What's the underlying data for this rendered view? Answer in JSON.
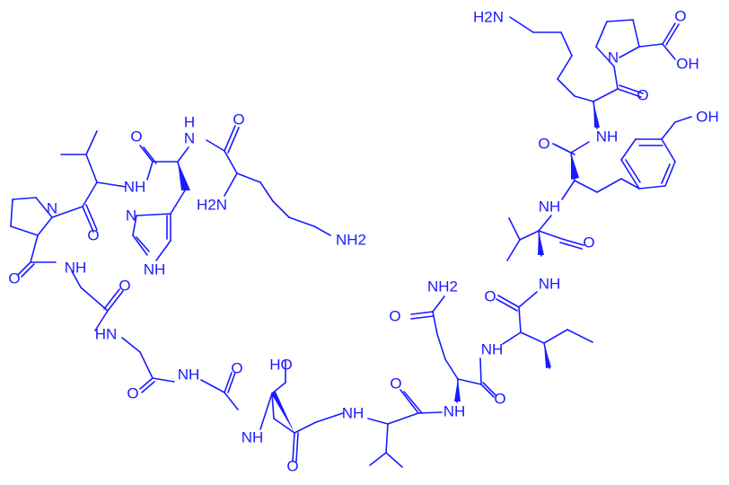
{
  "molecule": {
    "color": "#1a1aff",
    "background": "#ffffff",
    "atom_labels": {
      "lys_top_amine": "H2N",
      "proline_n_top": "N",
      "acid_o": "O",
      "acid_oh": "OH",
      "lys_top_o": "O",
      "tyr_nh": "NH",
      "tyr_o": "O",
      "phenol_oh": "OH",
      "val_top_nh": "NH",
      "val_top_o": "O",
      "ile_nh_right": "NH",
      "ile_o": "O",
      "gln_amide_nh2": "NH2",
      "gln_amide_o": "O",
      "ile_nh_left": "NH",
      "gln_o": "O",
      "gln_nh": "NH",
      "val_bottom_nh": "NH",
      "val_bottom_o": "O",
      "ser_oh": "HO",
      "ser_nh": "NH",
      "gly3_o": "O",
      "gly3_nh": "NH",
      "gly2_o": "O",
      "gly2_nh": "HN",
      "gly1_o": "O",
      "gly1_nh": "NH",
      "pro_n_left": "N",
      "pro_o": "O",
      "val_left_nh": "NH",
      "val_left_o": "O",
      "his_ring_n": "N",
      "his_ring_nh": "NH",
      "his_nh": "N",
      "his_h": "H",
      "lys_left_o": "O",
      "lys_left_amine_alpha": "H2N",
      "lys_left_amine_side": "NH2"
    }
  }
}
